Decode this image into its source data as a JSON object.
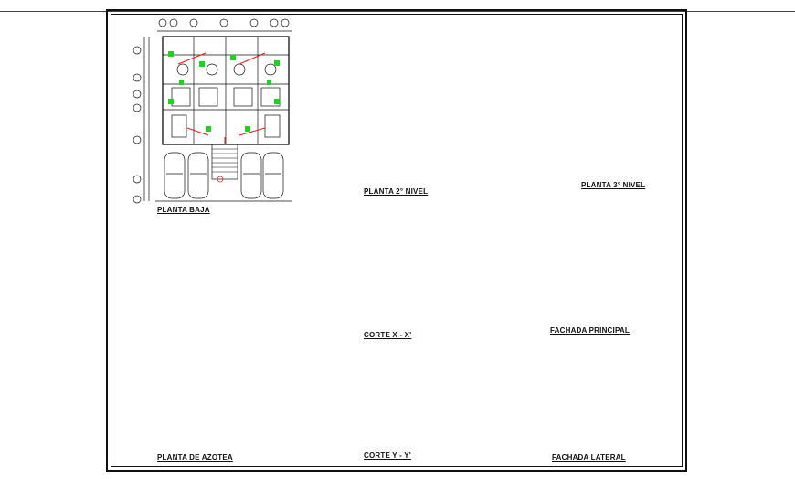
{
  "labels": {
    "planta_baja": "PLANTA BAJA",
    "planta_2": "PLANTA 2° NIVEL",
    "planta_3": "PLANTA 3° NIVEL",
    "planta_azotea": "PLANTA DE AZOTEA",
    "corte_x": "CORTE  X - X'",
    "corte_y": "CORTE  Y - Y'",
    "fachada_principal": "FACHADA PRINCIPAL",
    "fachada_lateral": "FACHADA LATERAL"
  },
  "colors": {
    "line": "#111111",
    "accent_red": "#e0201a",
    "accent_green": "#1fd21f",
    "fill_dark": "#222222"
  }
}
